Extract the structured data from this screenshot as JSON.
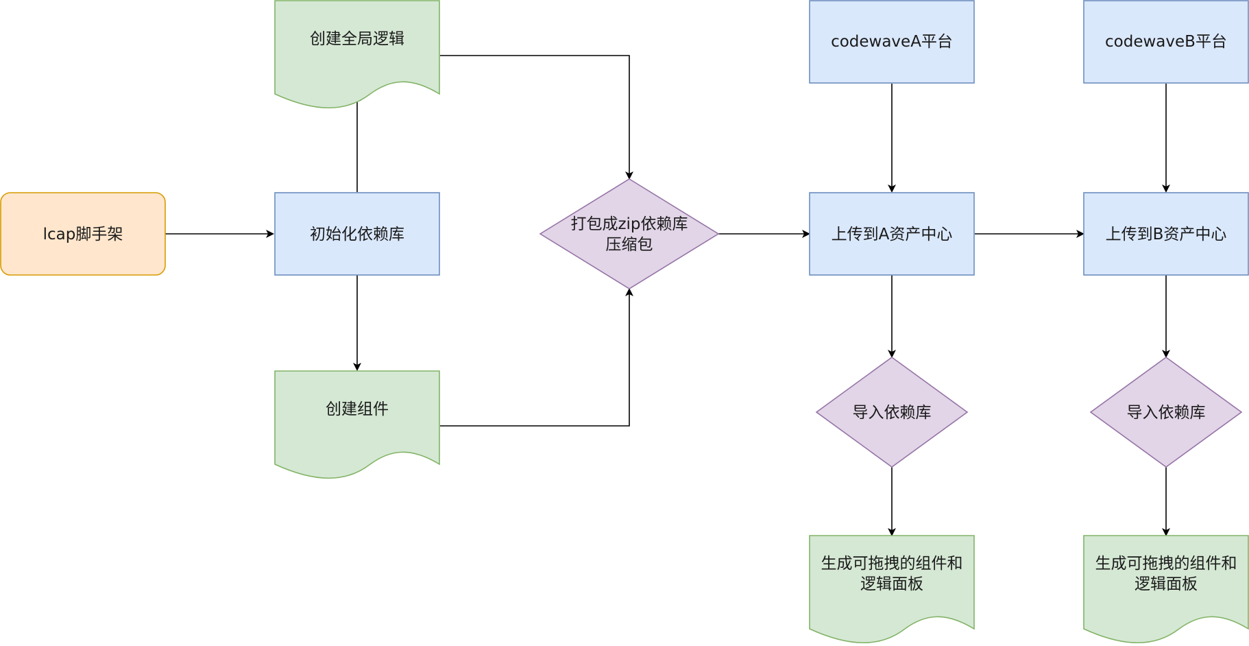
{
  "nodes": {
    "lcap": {
      "lines": [
        "lcap脚手架"
      ],
      "fill": "#ffe6cc",
      "stroke": "#d79b00"
    },
    "init": {
      "lines": [
        "初始化依赖库"
      ],
      "fill": "#dae8fc",
      "stroke": "#6c8ebf"
    },
    "global": {
      "lines": [
        "创建全局逻辑"
      ],
      "fill": "#d5e8d4",
      "stroke": "#82b366"
    },
    "component": {
      "lines": [
        "创建组件"
      ],
      "fill": "#d5e8d4",
      "stroke": "#82b366"
    },
    "pack": {
      "lines": [
        "打包成zip依赖库",
        "压缩包"
      ],
      "fill": "#e1d5e7",
      "stroke": "#9673a6"
    },
    "platformA": {
      "lines": [
        "codewaveA平台"
      ],
      "fill": "#dae8fc",
      "stroke": "#6c8ebf"
    },
    "uploadA": {
      "lines": [
        "上传到A资产中心"
      ],
      "fill": "#dae8fc",
      "stroke": "#6c8ebf"
    },
    "importA": {
      "lines": [
        "导入依赖库"
      ],
      "fill": "#e1d5e7",
      "stroke": "#9673a6"
    },
    "outputA": {
      "lines": [
        "生成可拖拽的组件和",
        "逻辑面板"
      ],
      "fill": "#d5e8d4",
      "stroke": "#82b366"
    },
    "platformB": {
      "lines": [
        "codewaveB平台"
      ],
      "fill": "#dae8fc",
      "stroke": "#6c8ebf"
    },
    "uploadB": {
      "lines": [
        "上传到B资产中心"
      ],
      "fill": "#dae8fc",
      "stroke": "#6c8ebf"
    },
    "importB": {
      "lines": [
        "导入依赖库"
      ],
      "fill": "#e1d5e7",
      "stroke": "#9673a6"
    },
    "outputB": {
      "lines": [
        "生成可拖拽的组件和",
        "逻辑面板"
      ],
      "fill": "#d5e8d4",
      "stroke": "#82b366"
    }
  },
  "edges": [
    {
      "from": "lcap",
      "to": "init"
    },
    {
      "from": "init",
      "to": "global"
    },
    {
      "from": "init",
      "to": "component"
    },
    {
      "from": "global",
      "to": "pack"
    },
    {
      "from": "component",
      "to": "pack"
    },
    {
      "from": "pack",
      "to": "uploadA"
    },
    {
      "from": "platformA",
      "to": "uploadA"
    },
    {
      "from": "uploadA",
      "to": "importA"
    },
    {
      "from": "importA",
      "to": "outputA"
    },
    {
      "from": "uploadA",
      "to": "uploadB"
    },
    {
      "from": "platformB",
      "to": "uploadB"
    },
    {
      "from": "uploadB",
      "to": "importB"
    },
    {
      "from": "importB",
      "to": "outputB"
    }
  ],
  "colors": {
    "edge": "#000000",
    "text": "#1a1a1a"
  }
}
